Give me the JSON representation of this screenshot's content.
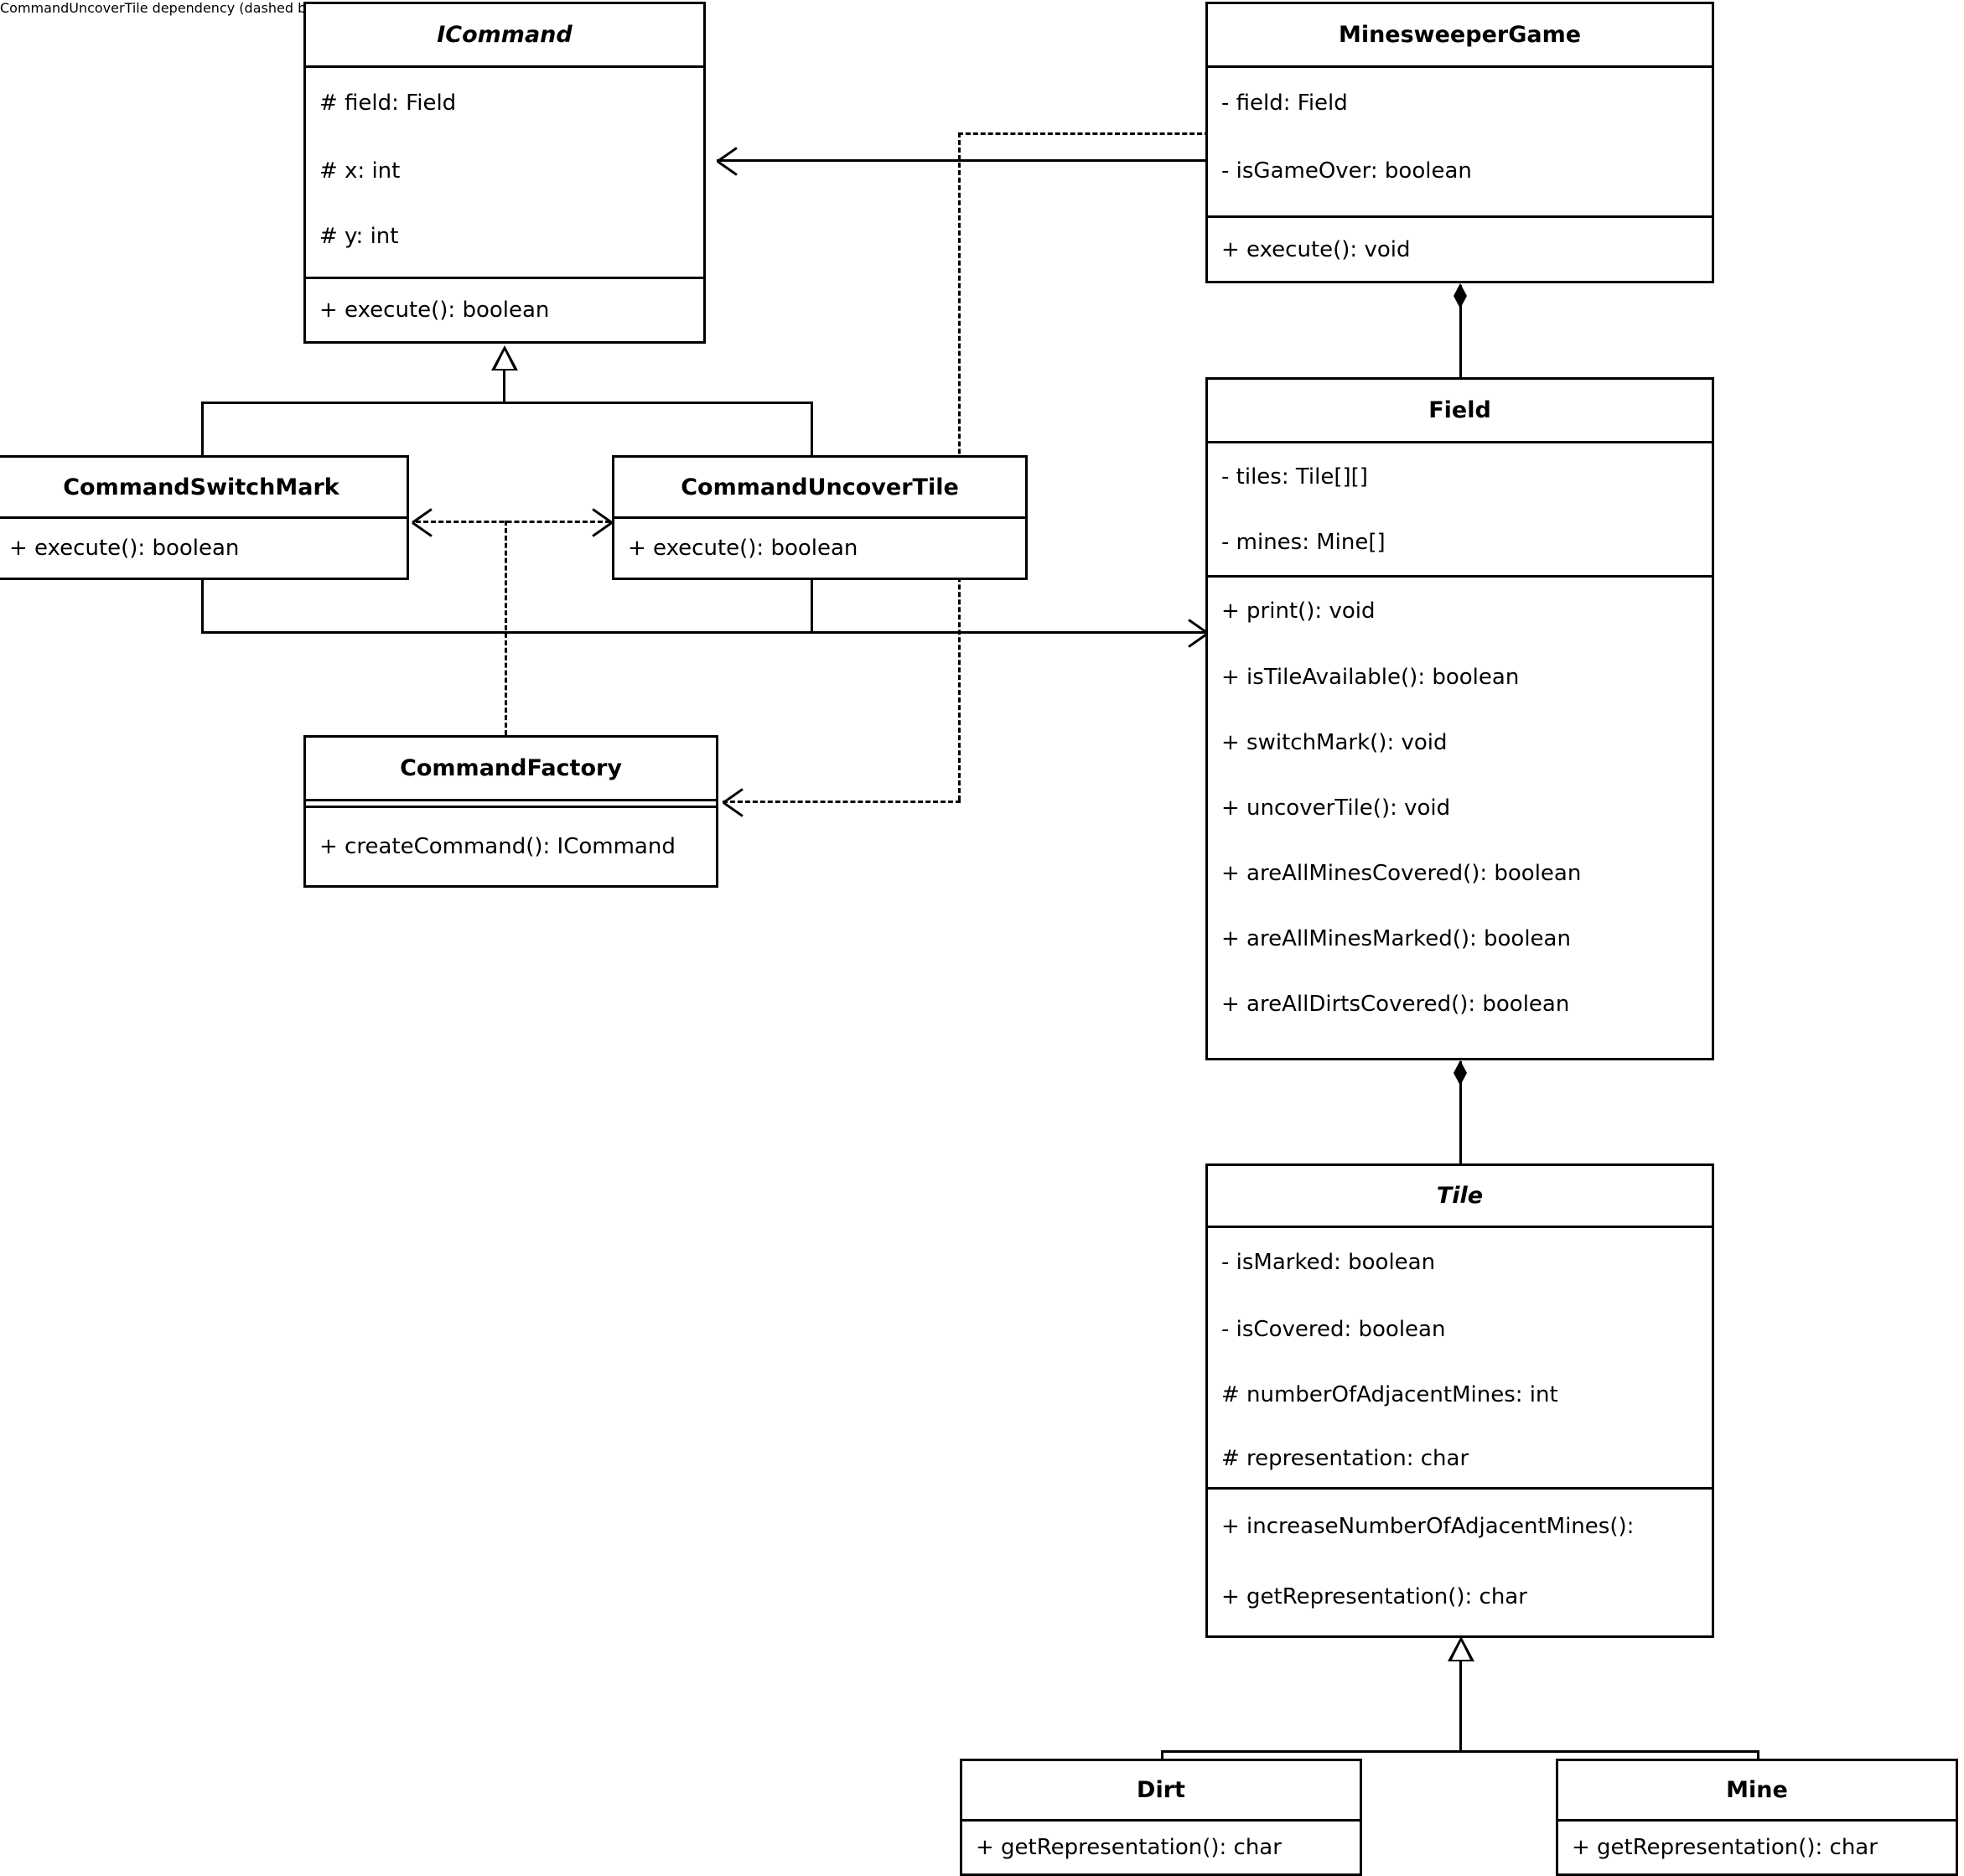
{
  "diagram": {
    "type": "uml-class-diagram",
    "title": "Minesweeper Command Pattern Class Diagram",
    "background": "#ffffff",
    "line_color": "#000000"
  },
  "classes": [
    {
      "id": "icommand",
      "name": "ICommand",
      "stereotype": "interface",
      "italic": true,
      "attributes": [
        "# field: Field",
        "# x: int",
        "# y: int"
      ],
      "methods": [
        "+ execute(): boolean"
      ]
    },
    {
      "id": "minesweepergame",
      "name": "MinesweeperGame",
      "italic": false,
      "attributes": [
        "- field: Field",
        "- isGameOver: boolean"
      ],
      "methods": [
        "+ execute(): void"
      ]
    },
    {
      "id": "commandswitchmark",
      "name": "CommandSwitchMark",
      "italic": false,
      "attributes": [],
      "methods": [
        "+ execute(): boolean"
      ]
    },
    {
      "id": "commanduncovertile",
      "name": "CommandUncoverTile",
      "italic": false,
      "attributes": [],
      "methods": [
        "+ execute(): boolean"
      ]
    },
    {
      "id": "commandfactory",
      "name": "CommandFactory",
      "italic": false,
      "attributes": [],
      "methods": [
        "+ createCommand(): ICommand"
      ]
    },
    {
      "id": "field",
      "name": "Field",
      "italic": false,
      "attributes": [
        "- tiles: Tile[][]",
        "- mines: Mine[]"
      ],
      "methods": [
        "+ print(): void",
        "+ isTileAvailable(): boolean",
        "+ switchMark(): void",
        "+ uncoverTile(): void",
        "+ areAllMinesCovered(): boolean",
        "+ areAllMinesMarked(): boolean",
        "+ areAllDirtsCovered(): boolean"
      ]
    },
    {
      "id": "tile",
      "name": "Tile",
      "italic": true,
      "attributes": [
        "- isMarked: boolean",
        "- isCovered: boolean",
        "# numberOfAdjacentMines: int",
        "# representation: char"
      ],
      "methods": [
        "+ increaseNumberOfAdjacentMines():",
        "+ getRepresentation(): char"
      ]
    },
    {
      "id": "dirt",
      "name": "Dirt",
      "italic": false,
      "attributes": [],
      "methods": [
        "+ getRepresentation(): char"
      ]
    },
    {
      "id": "mine",
      "name": "Mine",
      "italic": false,
      "attributes": [],
      "methods": [
        "+ getRepresentation(): char"
      ]
    }
  ],
  "relationships": [
    {
      "id": "rel-game-icommand",
      "from": "MinesweeperGame",
      "to": "ICommand",
      "kind": "association",
      "style": "solid"
    },
    {
      "id": "rel-game-factory",
      "from": "MinesweeperGame",
      "to": "CommandFactory",
      "kind": "dependency",
      "style": "dashed"
    },
    {
      "id": "rel-switchmark-icommand",
      "from": "CommandSwitchMark",
      "to": "ICommand",
      "kind": "generalization",
      "style": "solid"
    },
    {
      "id": "rel-uncovertile-icommand",
      "from": "CommandUncoverTile",
      "to": "ICommand",
      "kind": "generalization",
      "style": "solid"
    },
    {
      "id": "rel-switchmark-uncovertile",
      "from": "CommandSwitchMark",
      "to": "CommandUncoverTile",
      "kind": "dependency",
      "style": "dashed",
      "bidirectional": true
    },
    {
      "id": "rel-factory-commands",
      "from": "CommandFactory",
      "to": "CommandSwitchMark / CommandUncoverTile",
      "kind": "dependency",
      "style": "dashed"
    },
    {
      "id": "rel-commands-field",
      "from": "CommandSwitchMark / CommandUncoverTile",
      "to": "Field",
      "kind": "association",
      "style": "solid"
    },
    {
      "id": "rel-game-field",
      "from": "MinesweeperGame",
      "to": "Field",
      "kind": "composition",
      "style": "solid"
    },
    {
      "id": "rel-field-tile",
      "from": "Field",
      "to": "Tile",
      "kind": "composition",
      "style": "solid"
    },
    {
      "id": "rel-dirt-tile",
      "from": "Dirt",
      "to": "Tile",
      "kind": "generalization",
      "style": "solid"
    },
    {
      "id": "rel-mine-tile",
      "from": "Mine",
      "to": "Tile",
      "kind": "generalization",
      "style": "solid"
    }
  ]
}
